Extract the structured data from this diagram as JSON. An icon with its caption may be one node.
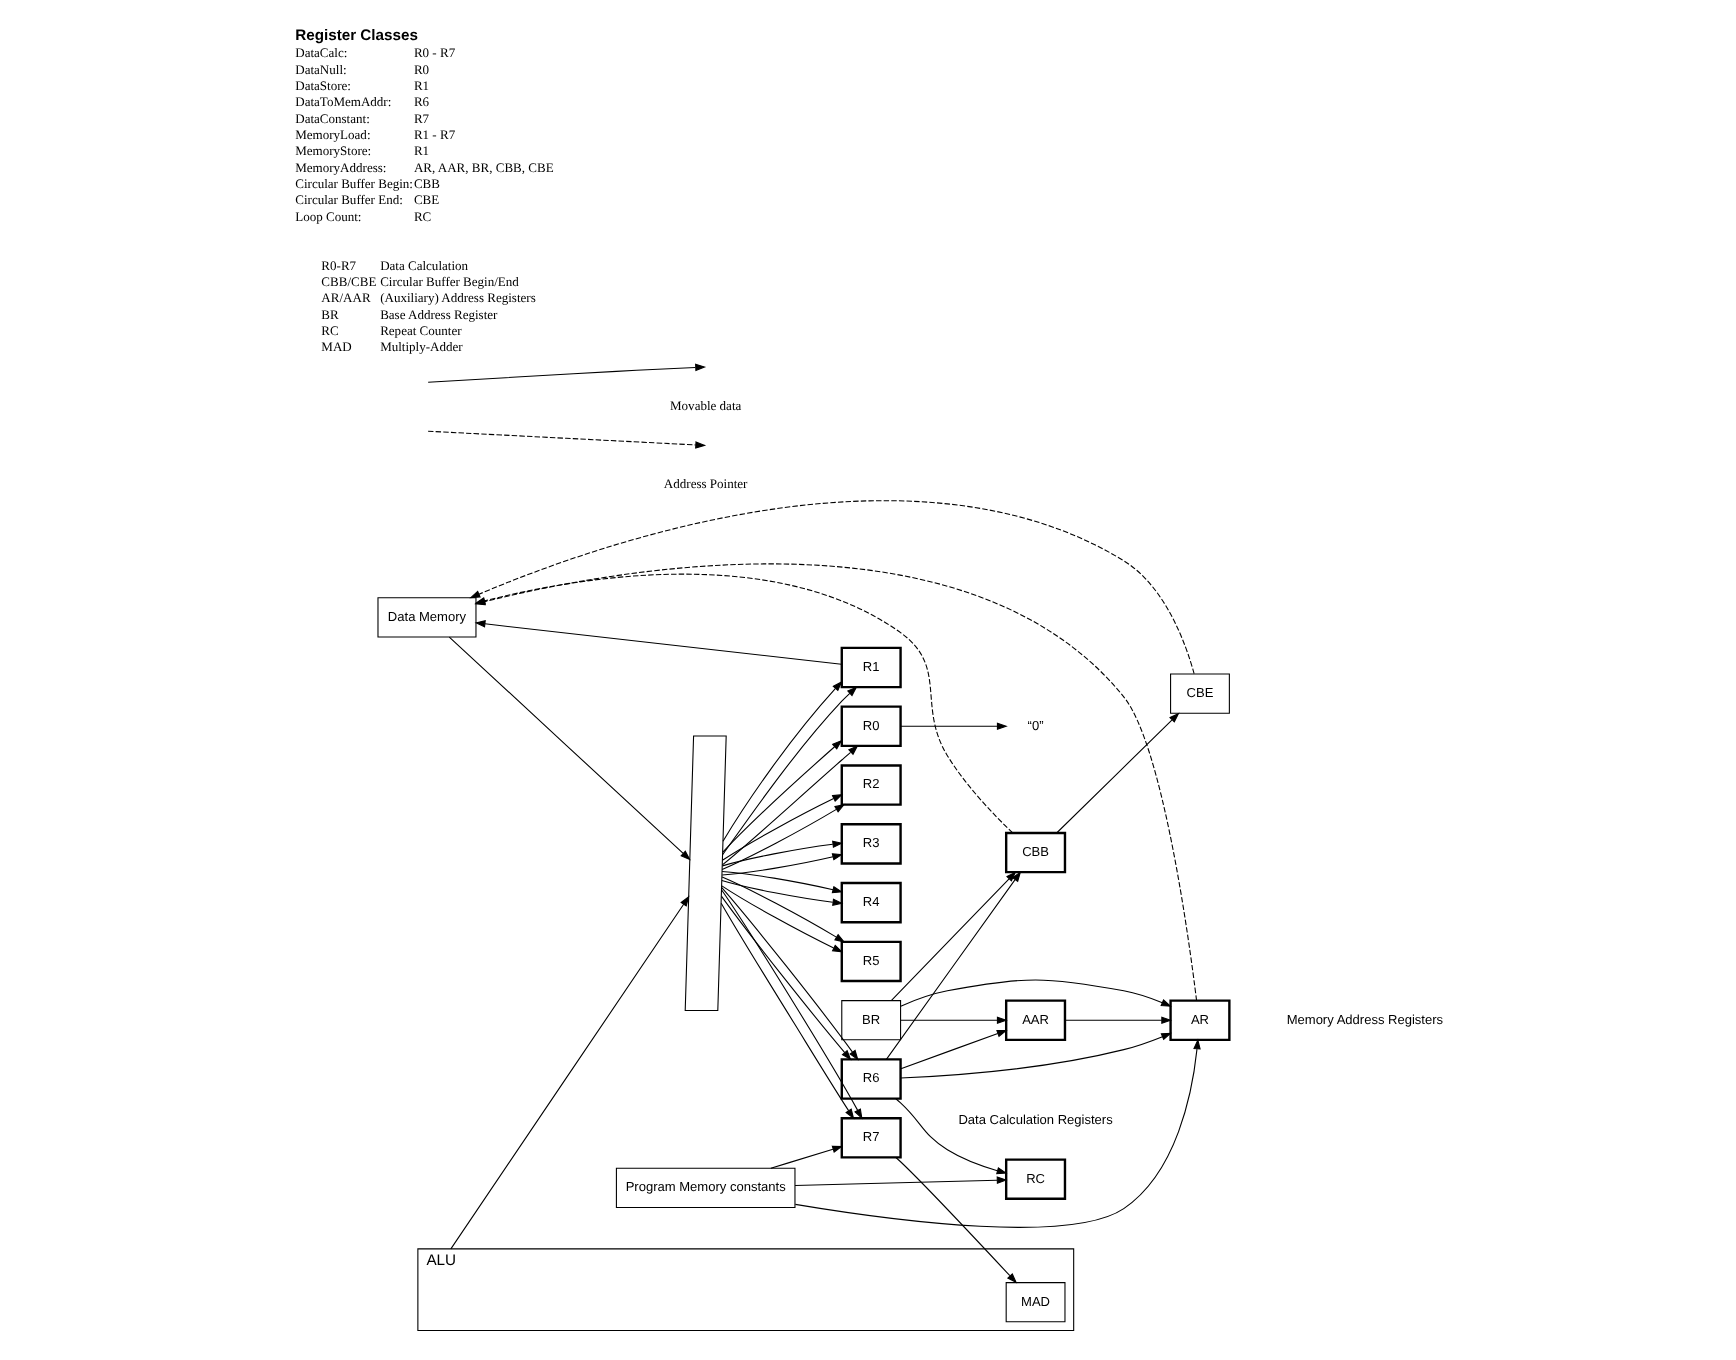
{
  "diagram": {
    "nodes": [
      {
        "text": [
          "“0”"
        ]
      },
      {
        "text": [
          "Data Memory"
        ]
      },
      {
        "text": [
          "CBB"
        ]
      },
      {
        "text": [
          "CBE"
        ]
      },
      {
        "text": [
          "R0"
        ]
      },
      {
        "text": [
          "R1"
        ]
      },
      {
        "text": [
          "R2"
        ]
      },
      {
        "text": [
          "R3"
        ]
      },
      {
        "text": [
          "R4"
        ]
      },
      {
        "text": [
          "R5"
        ]
      },
      {
        "text": [
          "R6"
        ]
      },
      {
        "text": [
          "R7"
        ]
      },
      {
        "text": [
          "AAR"
        ]
      },
      {
        "text": [
          "BR"
        ]
      },
      {
        "text": [
          "AR"
        ]
      },
      {
        "text": [
          "RC"
        ]
      },
      {
        "text": [
          "ALU"
        ]
      },
      {
        "text": [
          "MAD"
        ],
        "in": 16
      },
      {
        "text": [
          "Program Memory constants"
        ]
      },
      {
        "text": [],
        "shape": "parallelogram"
      }
    ],
    "edges": [
      {
        "from": 4,
        "to": 0,
        "arrow": "to"
      },
      {
        "from": 5,
        "to": 1,
        "arrow": "to"
      },
      {
        "from": 1,
        "to": 19,
        "arrow": "to"
      },
      {
        "from": 16,
        "to": 19,
        "arrow": "to"
      },
      {
        "from": 19,
        "to": 4,
        "arrow": "to"
      },
      {
        "from": 19,
        "to": 5,
        "arrow": "to"
      },
      {
        "from": 19,
        "to": 6,
        "arrow": "to"
      },
      {
        "from": 19,
        "to": 7,
        "arrow": "to"
      },
      {
        "from": 19,
        "to": 8,
        "arrow": "to"
      },
      {
        "from": 19,
        "to": 9,
        "arrow": "to"
      },
      {
        "from": 19,
        "to": 10,
        "arrow": "to"
      },
      {
        "from": 19,
        "to": 11,
        "arrow": "to"
      },
      {
        "from": 19,
        "to": 4,
        "arrow": "to"
      },
      {
        "from": 19,
        "to": 5,
        "arrow": "to"
      },
      {
        "from": 19,
        "to": 6,
        "arrow": "to"
      },
      {
        "from": 19,
        "to": 7,
        "arrow": "to"
      },
      {
        "from": 19,
        "to": 8,
        "arrow": "to"
      },
      {
        "from": 19,
        "to": 9,
        "arrow": "to"
      },
      {
        "from": 19,
        "to": 10,
        "arrow": "to"
      },
      {
        "from": 19,
        "to": 11,
        "arrow": "to"
      },
      {
        "from": 11,
        "to": 17,
        "arrow": "to"
      },
      {
        "from": 18,
        "to": 11,
        "arrow": "to"
      },
      {
        "from": 18,
        "to": 15,
        "arrow": "to"
      },
      {
        "from": 18,
        "to": 14,
        "arrow": "to"
      },
      {
        "from": 10,
        "to": 14,
        "arrow": "to"
      },
      {
        "from": 10,
        "to": 12,
        "arrow": "to"
      },
      {
        "from": 10,
        "to": 2,
        "arrow": "to"
      },
      {
        "from": 10,
        "to": 15,
        "arrow": "to"
      },
      {
        "from": 2,
        "to": 3,
        "arrow": "to"
      },
      {
        "from": 13,
        "to": 2,
        "arrow": "to"
      },
      {
        "from": 13,
        "to": 12,
        "arrow": "to"
      },
      {
        "from": 13,
        "to": 14,
        "arrow": "to"
      },
      {
        "from": 12,
        "to": 14,
        "arrow": "to"
      },
      {
        "from": 3,
        "to": 1,
        "arrow": "to",
        "style": "dashed"
      },
      {
        "from": 2,
        "to": 1,
        "arrow": "to",
        "style": "dashed"
      },
      {
        "from": 14,
        "to": 1,
        "arrow": "to",
        "style": "dashed"
      }
    ],
    "labels": [
      "Data Calculation Registers",
      "Memory Address Registers",
      "Register Classes",
      "R0-R7",
      "Data Calculation",
      "CBB/CBE",
      "Circular Buffer Begin/End",
      "AR/AAR",
      "(Auxiliary) Address Registers",
      "BR",
      "Base Address Register",
      "RC",
      "Repeat Counter",
      "MAD",
      "Multiply-Adder",
      "DataCalc:",
      "R0 - R7",
      "DataNull:",
      "R0",
      "DataStore:",
      "R1",
      "DataToMemAddr:",
      "R6",
      "DataConstant:",
      "R7",
      "MemoryLoad:",
      "R1 - R7",
      "MemoryStore:",
      "R1",
      "MemoryAddress:",
      "AR, AAR, BR, CBB, CBE",
      "Circular Buffer Begin:",
      "CBB",
      "Circular Buffer End:",
      "CBE",
      "Loop Count:",
      "RC"
    ],
    "legend": [
      {
        "text": "Movable data"
      },
      {
        "text": "Address Pointer"
      }
    ]
  }
}
